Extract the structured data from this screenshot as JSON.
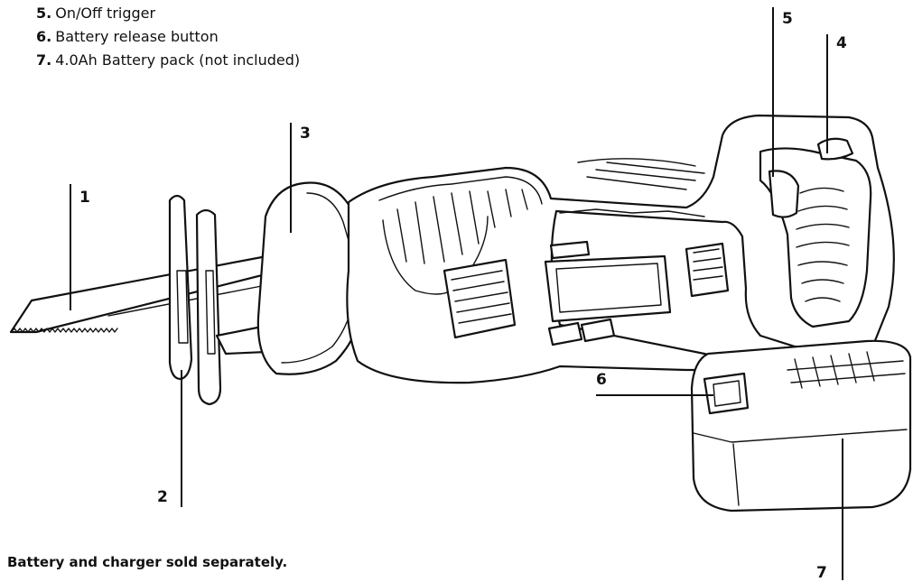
{
  "legend": [
    {
      "num": "5.",
      "label": "On/Off trigger"
    },
    {
      "num": "6.",
      "label": "Battery release button"
    },
    {
      "num": "7.",
      "label": "4.0Ah Battery pack (not included)"
    }
  ],
  "callouts": [
    "1",
    "2",
    "3",
    "4",
    "5",
    "6",
    "7"
  ],
  "footnote": "Battery and charger sold separately."
}
